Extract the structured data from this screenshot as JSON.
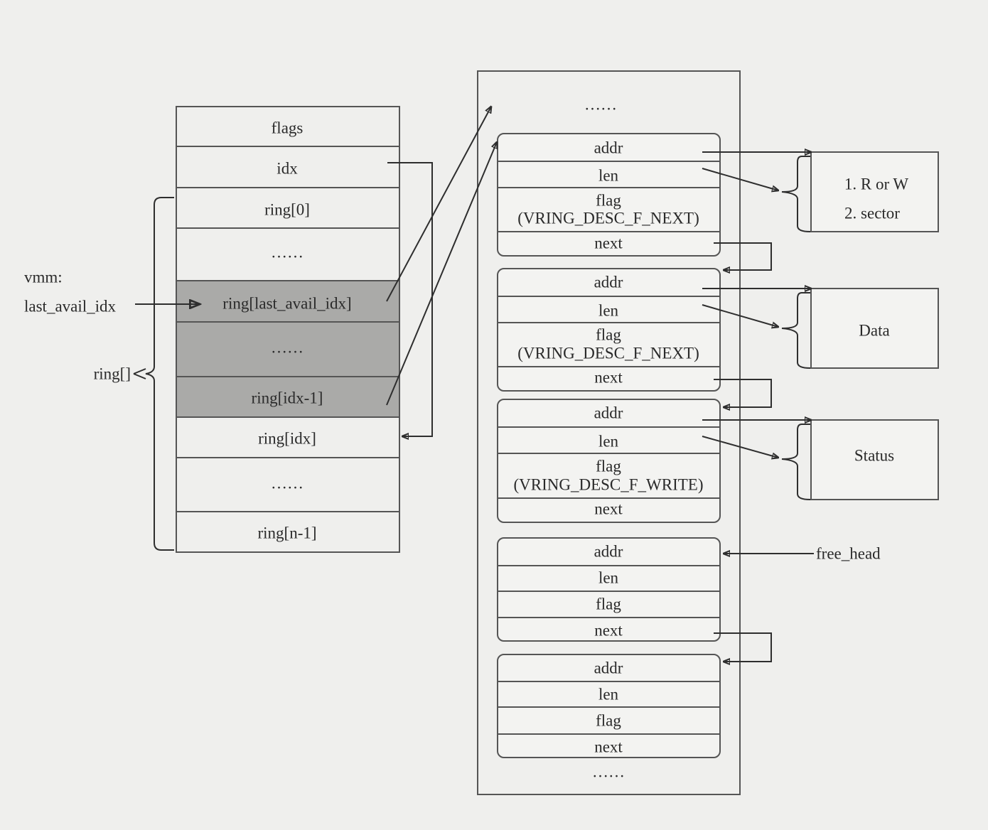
{
  "avail_ring": {
    "rows": [
      "flags",
      "idx",
      "ring[0]",
      "……",
      "ring[last_avail_idx]",
      "……",
      "ring[idx-1]",
      "ring[idx]",
      "……",
      "ring[n-1]"
    ],
    "shaded_rows": [
      4,
      5,
      6
    ]
  },
  "labels": {
    "vmm": "vmm:",
    "last_avail_idx": "last_avail_idx",
    "ring_brace": "ring[]",
    "free_head": "free_head"
  },
  "desc_table": {
    "top_ellipsis": "……",
    "bottom_ellipsis": "……",
    "descriptors": [
      {
        "addr": "addr",
        "len": "len",
        "flag": "flag",
        "flag_value": "(VRING_DESC_F_NEXT)",
        "next": "next"
      },
      {
        "addr": "addr",
        "len": "len",
        "flag": "flag",
        "flag_value": "(VRING_DESC_F_NEXT)",
        "next": "next"
      },
      {
        "addr": "addr",
        "len": "len",
        "flag": "flag",
        "flag_value": "(VRING_DESC_F_WRITE)",
        "next": "next"
      },
      {
        "addr": "addr",
        "len": "len",
        "flag": "flag",
        "flag_value": "",
        "next": "next"
      },
      {
        "addr": "addr",
        "len": "len",
        "flag": "flag",
        "flag_value": "",
        "next": "next"
      }
    ]
  },
  "buffers": {
    "header_line1": "1. R or W",
    "header_line2": "2. sector",
    "data": "Data",
    "status": "Status"
  }
}
